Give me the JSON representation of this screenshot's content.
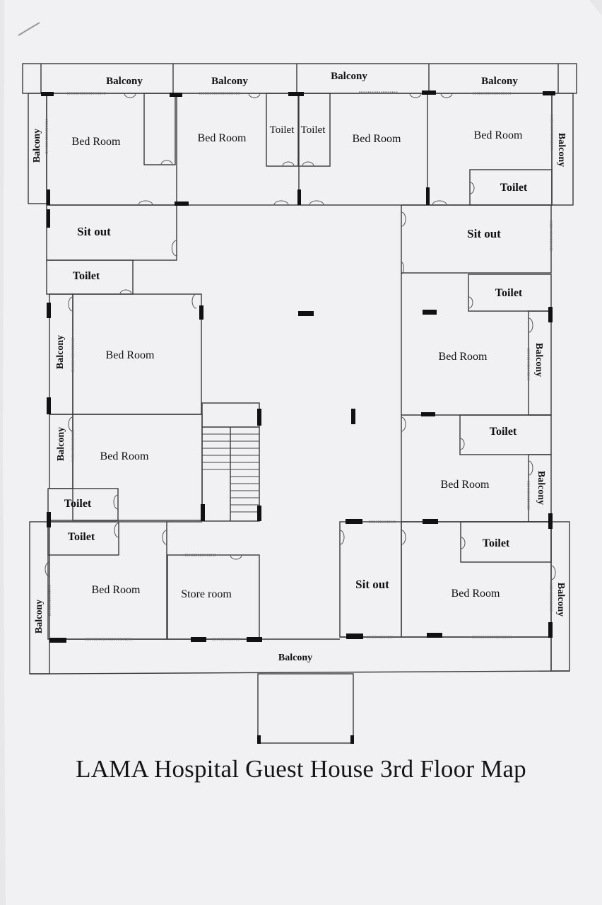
{
  "title": "LAMA Hospital Guest House 3rd Floor Map",
  "colors": {
    "paper": "#f1f1f4",
    "wall": "#3a3a3a",
    "label": "#111111"
  },
  "rooms": {
    "balcony_top_1": "Balcony",
    "balcony_top_2": "Balcony",
    "balcony_top_3": "Balcony",
    "balcony_top_4": "Balcony",
    "balcony_left_top": "Balcony",
    "balcony_right_top": "Balcony",
    "bed_room_top_1": "Bed Room",
    "bed_room_top_2": "Bed Room",
    "toilet_top_a": "Toilet",
    "toilet_top_b": "Toilet",
    "bed_room_top_3": "Bed Room",
    "bed_room_top_4": "Bed Room",
    "toilet_top_right": "Toilet",
    "sit_out_left": "Sit out",
    "sit_out_right": "Sit out",
    "toilet_left_1": "Toilet",
    "toilet_right_1": "Toilet",
    "balcony_left_1": "Balcony",
    "bed_room_left_1": "Bed Room",
    "bed_room_right_1": "Bed Room",
    "balcony_right_1": "Balcony",
    "balcony_left_2": "Balcony",
    "bed_room_left_2": "Bed Room",
    "toilet_right_2": "Toilet",
    "bed_room_right_2": "Bed Room",
    "balcony_right_2": "Balcony",
    "toilet_left_2": "Toilet",
    "toilet_left_3": "Toilet",
    "toilet_right_3": "Toilet",
    "bed_room_bottom_left": "Bed Room",
    "store_room": "Store room",
    "sit_out_bottom": "Sit out",
    "bed_room_bottom_right": "Bed Room",
    "balcony_bottom_left": "Balcony",
    "balcony_bottom_right": "Balcony",
    "balcony_bottom": "Balcony"
  }
}
